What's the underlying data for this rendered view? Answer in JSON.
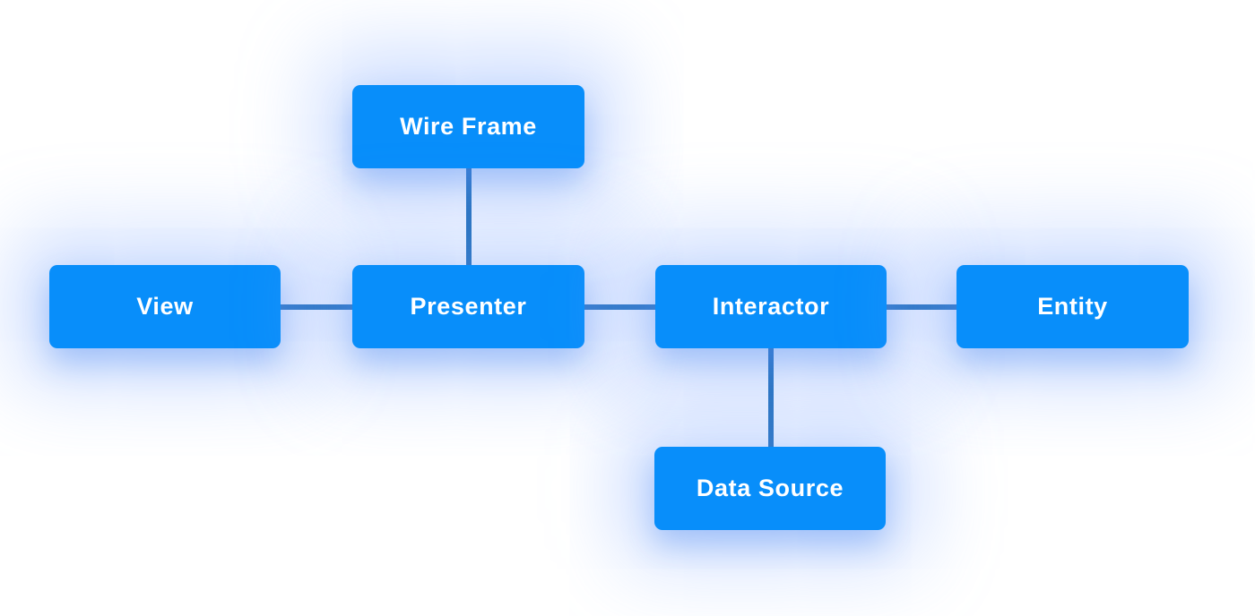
{
  "diagram": {
    "nodes": [
      {
        "id": "wireframe",
        "label": "Wire Frame"
      },
      {
        "id": "view",
        "label": "View"
      },
      {
        "id": "presenter",
        "label": "Presenter"
      },
      {
        "id": "interactor",
        "label": "Interactor"
      },
      {
        "id": "entity",
        "label": "Entity"
      },
      {
        "id": "datasource",
        "label": "Data Source"
      }
    ],
    "edges": [
      {
        "from": "wireframe",
        "to": "presenter",
        "orientation": "vertical"
      },
      {
        "from": "view",
        "to": "presenter",
        "orientation": "horizontal"
      },
      {
        "from": "presenter",
        "to": "interactor",
        "orientation": "horizontal"
      },
      {
        "from": "interactor",
        "to": "entity",
        "orientation": "horizontal"
      },
      {
        "from": "interactor",
        "to": "datasource",
        "orientation": "vertical"
      }
    ],
    "colors": {
      "node_fill": "#088EFA",
      "node_text": "#FFFFFF",
      "connector": "#1467B2",
      "background": "#FFFFFF",
      "glow": "#BFD4FF"
    }
  }
}
